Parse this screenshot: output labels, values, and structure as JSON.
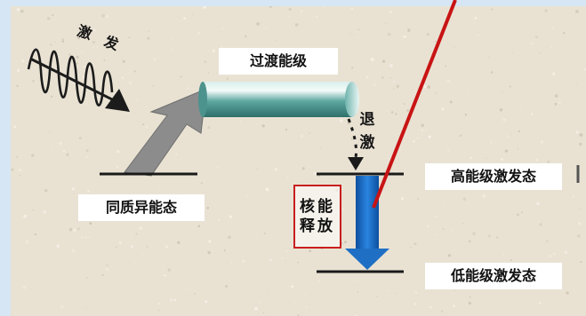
{
  "labels": {
    "transition_level": "过渡能级",
    "isomeric_state": "同质异能态",
    "high_excited": "高能级激发态",
    "low_excited": "低能级激发态",
    "nuclear_energy_line1": "核能",
    "nuclear_energy_line2": "释放",
    "deexcite_1": "退",
    "deexcite_2": "激",
    "excite_1": "激",
    "excite_2": "发"
  },
  "colors": {
    "background": "#e9e2d3",
    "frame": "#d6e6f4",
    "tube": "#6fb3ad",
    "gray_arrow": "#8c8c8c",
    "blue_arrow": "#1f6fc4",
    "red_line": "#c81414",
    "red_box": "#c81e1e"
  }
}
